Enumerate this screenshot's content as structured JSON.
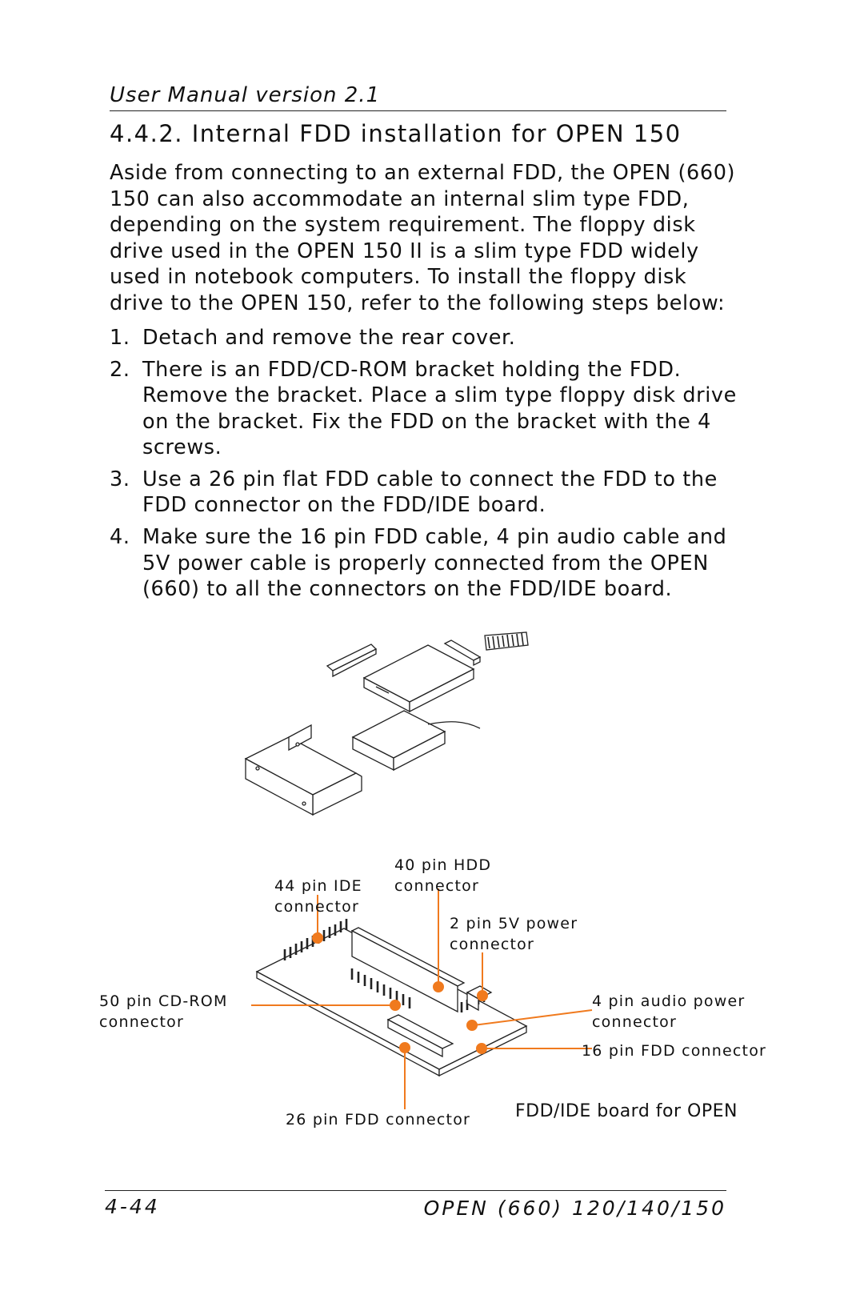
{
  "header": {
    "text": "User Manual version 2.1"
  },
  "section_title": "4.4.2. Internal FDD installation for OPEN 150",
  "intro": "Aside from connecting to an external FDD, the OPEN (660) 150 can also accommodate an internal slim type FDD, depending on the system requirement. The floppy disk drive used in the OPEN 150 II is a slim type FDD widely used in notebook computers.  To install the floppy disk drive to the OPEN 150, refer to the following steps below:",
  "steps": [
    {
      "num": "1.",
      "text": "Detach and remove the rear cover."
    },
    {
      "num": "2.",
      "text": "There is an FDD/CD-ROM bracket holding the FDD. Remove the bracket.  Place a slim type floppy disk drive on the bracket. Fix the FDD on the bracket with the 4 screws."
    },
    {
      "num": "3.",
      "text": "Use a 26 pin flat FDD cable to connect the FDD to the FDD connector on the FDD/IDE board."
    },
    {
      "num": "4.",
      "text": "Make sure the 16 pin FDD cable, 4 pin audio cable and 5V power cable is properly connected from the OPEN (660) to all the connectors on the FDD/IDE board."
    }
  ],
  "figure": {
    "labels": {
      "hdd": "40 pin HDD\nconnector",
      "ide": "44 pin IDE\nconnector",
      "power5v": "2 pin 5V power\nconnector",
      "cdrom": "50 pin CD-ROM\nconnector",
      "audio": "4 pin audio power\nconnector",
      "fdd16": "16 pin FDD connector",
      "fdd26": "26 pin FDD connector"
    },
    "caption": "FDD/IDE board for OPEN",
    "callout_color": "#f07a1e"
  },
  "footer": {
    "page": "4-44",
    "title": "OPEN (660) 120/140/150"
  }
}
